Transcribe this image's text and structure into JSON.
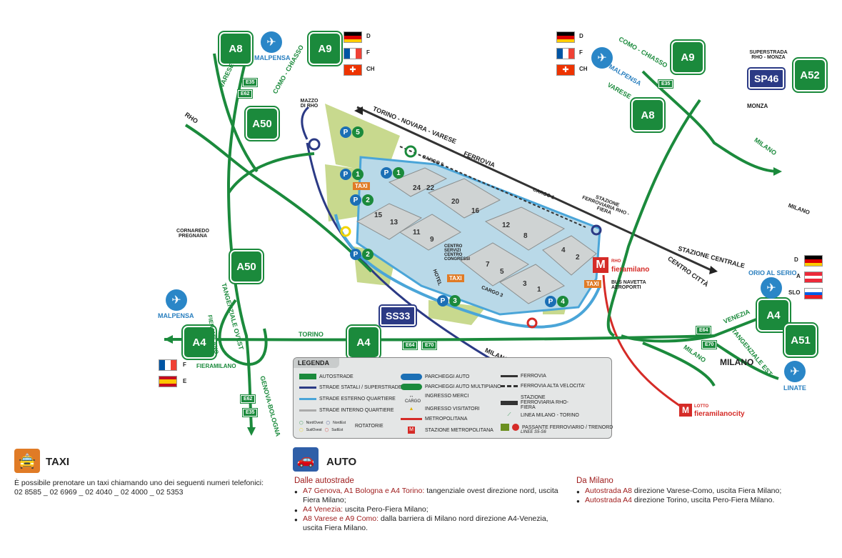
{
  "map": {
    "highways": {
      "a8_top_left": "A8",
      "a9_top_left": "A9",
      "a50_top": "A50",
      "a50_mid": "A50",
      "a4_left": "A4",
      "a4_mid": "A4",
      "a9_top_right": "A9",
      "a8_top_right": "A8",
      "a52": "A52",
      "a4_right": "A4",
      "a51": "A51"
    },
    "statali": {
      "sp46": "SP46",
      "ss33": "SS33",
      "sp46_caption": "SUPERSTRADA RHO - MONZA"
    },
    "european_routes": {
      "e35_a": "E35",
      "e62_a": "E62",
      "e35_b": "E35",
      "e64_a": "E64",
      "e70_a": "E70",
      "e64_b": "E64",
      "e70_b": "E70",
      "e62_b": "E62",
      "e35_c": "E35"
    },
    "place_labels": {
      "malpensa_tl": "MALPENSA",
      "como_chiasso_tl": "COMO - CHIASSO",
      "varese_tl": "VARESE",
      "rho": "RHO",
      "mazzo_di_rho": "MAZZO DI RHO",
      "cornaredo": "CORNAREDO PREGNANA",
      "tangenziale_ovest": "TANGENZIALE OVEST",
      "malpensa_l": "MALPENSA",
      "fieramilano_l": "FIERAMILANO",
      "torino": "TORINO",
      "fieramilano_bottom": "FIERAMILANO",
      "genova_bologna": "GENOVA-BOLOGNA",
      "milano_mid": "MILANO",
      "torino_novara_varese": "TORINO - NOVARA - VARESE",
      "ferrovia": "FERROVIA",
      "como_chiasso_tr": "COMO - CHIASSO",
      "malpensa_tr": "MALPENSA",
      "varese_tr": "VARESE",
      "monza": "MONZA",
      "milano_tr": "MILANO",
      "milano_r": "MILANO",
      "stazione_ferroviaria": "STAZIONE FERROVIARIA RHO - FIERA",
      "stazione_centrale": "STAZIONE CENTRALE",
      "centro_citta": "CENTRO CITTÀ",
      "orio_al_serio": "ORIO AL SERIO",
      "venezia": "VENEZIA",
      "tangenziale_est": "TANGENZIALE EST",
      "milano_br": "MILANO",
      "linate": "LINATE",
      "milano_bottom": "MILANO",
      "bus_navetta": "BUS NAVETTA AEROPORTI",
      "rho_fieramilano_small": "RHO",
      "rho_fieramilano": "fieramilano",
      "lotto_small": "LOTTO",
      "lotto": "fieramilanocity",
      "hotel": "HOTEL",
      "centro_congressi": "CENTRO SERVIZI CENTRO CONGRESSI"
    },
    "flags_tl": [
      {
        "code": "D"
      },
      {
        "code": "F"
      },
      {
        "code": "CH"
      }
    ],
    "flags_tr": [
      {
        "code": "D"
      },
      {
        "code": "F"
      },
      {
        "code": "CH"
      }
    ],
    "flags_bl": [
      {
        "code": "F"
      },
      {
        "code": "E"
      }
    ],
    "flags_r": [
      {
        "code": "D"
      },
      {
        "code": "A"
      },
      {
        "code": "SLO"
      }
    ],
    "halls": [
      "24",
      "22",
      "20",
      "16",
      "15",
      "13",
      "11",
      "9",
      "12",
      "8",
      "4",
      "2",
      "7",
      "5",
      "3",
      "1"
    ],
    "parking": {
      "p5": "5",
      "p1a": "1",
      "p1b": "1",
      "p2a": "2",
      "p2b": "2",
      "p3": "3",
      "p4": "4",
      "P": "P"
    },
    "cargo": {
      "c5": "CARGO 5",
      "c1": "CARGO 1",
      "c3": "CARGO 3"
    },
    "taxi_tag": "TAXI",
    "metro_letter": "M",
    "colors": {
      "green": "#1b8a3c",
      "blue_dark": "#2b3a85",
      "blue_light": "#2a86c7",
      "red": "#d52b27",
      "orange": "#e07b26"
    }
  },
  "legend": {
    "title": "LEGENDA",
    "items": {
      "autostrade": "AUTOSTRADE",
      "statali": "STRADE STATALI / SUPERSTRADE",
      "esterno": "STRADE ESTERNO QUARTIERE",
      "interno": "STRADE INTERNO QUARTIERE",
      "rotatorie": "ROTATORIE",
      "parcheggi_auto": "PARCHEGGI AUTO",
      "parcheggi_multipiano": "PARCHEGGI AUTO MULTIPIANO",
      "ingresso_merci": "INGRESSO MERCI",
      "cargo": "CARGO",
      "ingresso_visitatori": "INGRESSO VISITATORI",
      "metropolitana": "METROPOLITANA",
      "stazione_metro": "STAZIONE METROPOLITANA",
      "ferrovia": "FERROVIA",
      "alta_velocita": "FERROVIA ALTA VELOCITA'",
      "stazione_ferroviaria": "STAZIONE FERROVIARIA RHO-FIERA",
      "linea_milano_torino": "LINEA MILANO - TORINO",
      "passante": "PASSANTE FERROVIARIO / TRENORD",
      "linee": "LINEE S5-S6",
      "rot_nord_ovest": "NordOvest",
      "rot_nord_est": "NordEst",
      "rot_sud_ovest": "SudOvest",
      "rot_sud_est": "SudEst"
    }
  },
  "taxi": {
    "title": "TAXI",
    "line1": "È possibile prenotare un taxi chiamando uno dei seguenti numeri telefonici:",
    "line2": "02 8585 _ 02 6969 _ 02 4040 _ 02 4000 _ 02 5353"
  },
  "auto": {
    "title": "AUTO",
    "dalle_autostrade": {
      "heading": "Dalle autostrade",
      "items": [
        {
          "hl": "A7 Genova, A1 Bologna e A4 Torino:",
          "rest": " tangenziale ovest direzione nord, uscita Fiera Milano;"
        },
        {
          "hl": "A4 Venezia:",
          "rest": " uscita Pero-Fiera Milano;"
        },
        {
          "hl": "A8 Varese e A9 Como:",
          "rest": " dalla barriera di Milano nord direzione A4-Venezia, uscita Fiera Milano."
        }
      ]
    },
    "da_milano": {
      "heading": "Da Milano",
      "items": [
        {
          "hl": "Autostrada A8",
          "rest": " direzione Varese-Como, uscita Fiera Milano;"
        },
        {
          "hl": "Autostrada A4",
          "rest": " direzione Torino, uscita Pero-Fiera Milano."
        }
      ]
    }
  }
}
